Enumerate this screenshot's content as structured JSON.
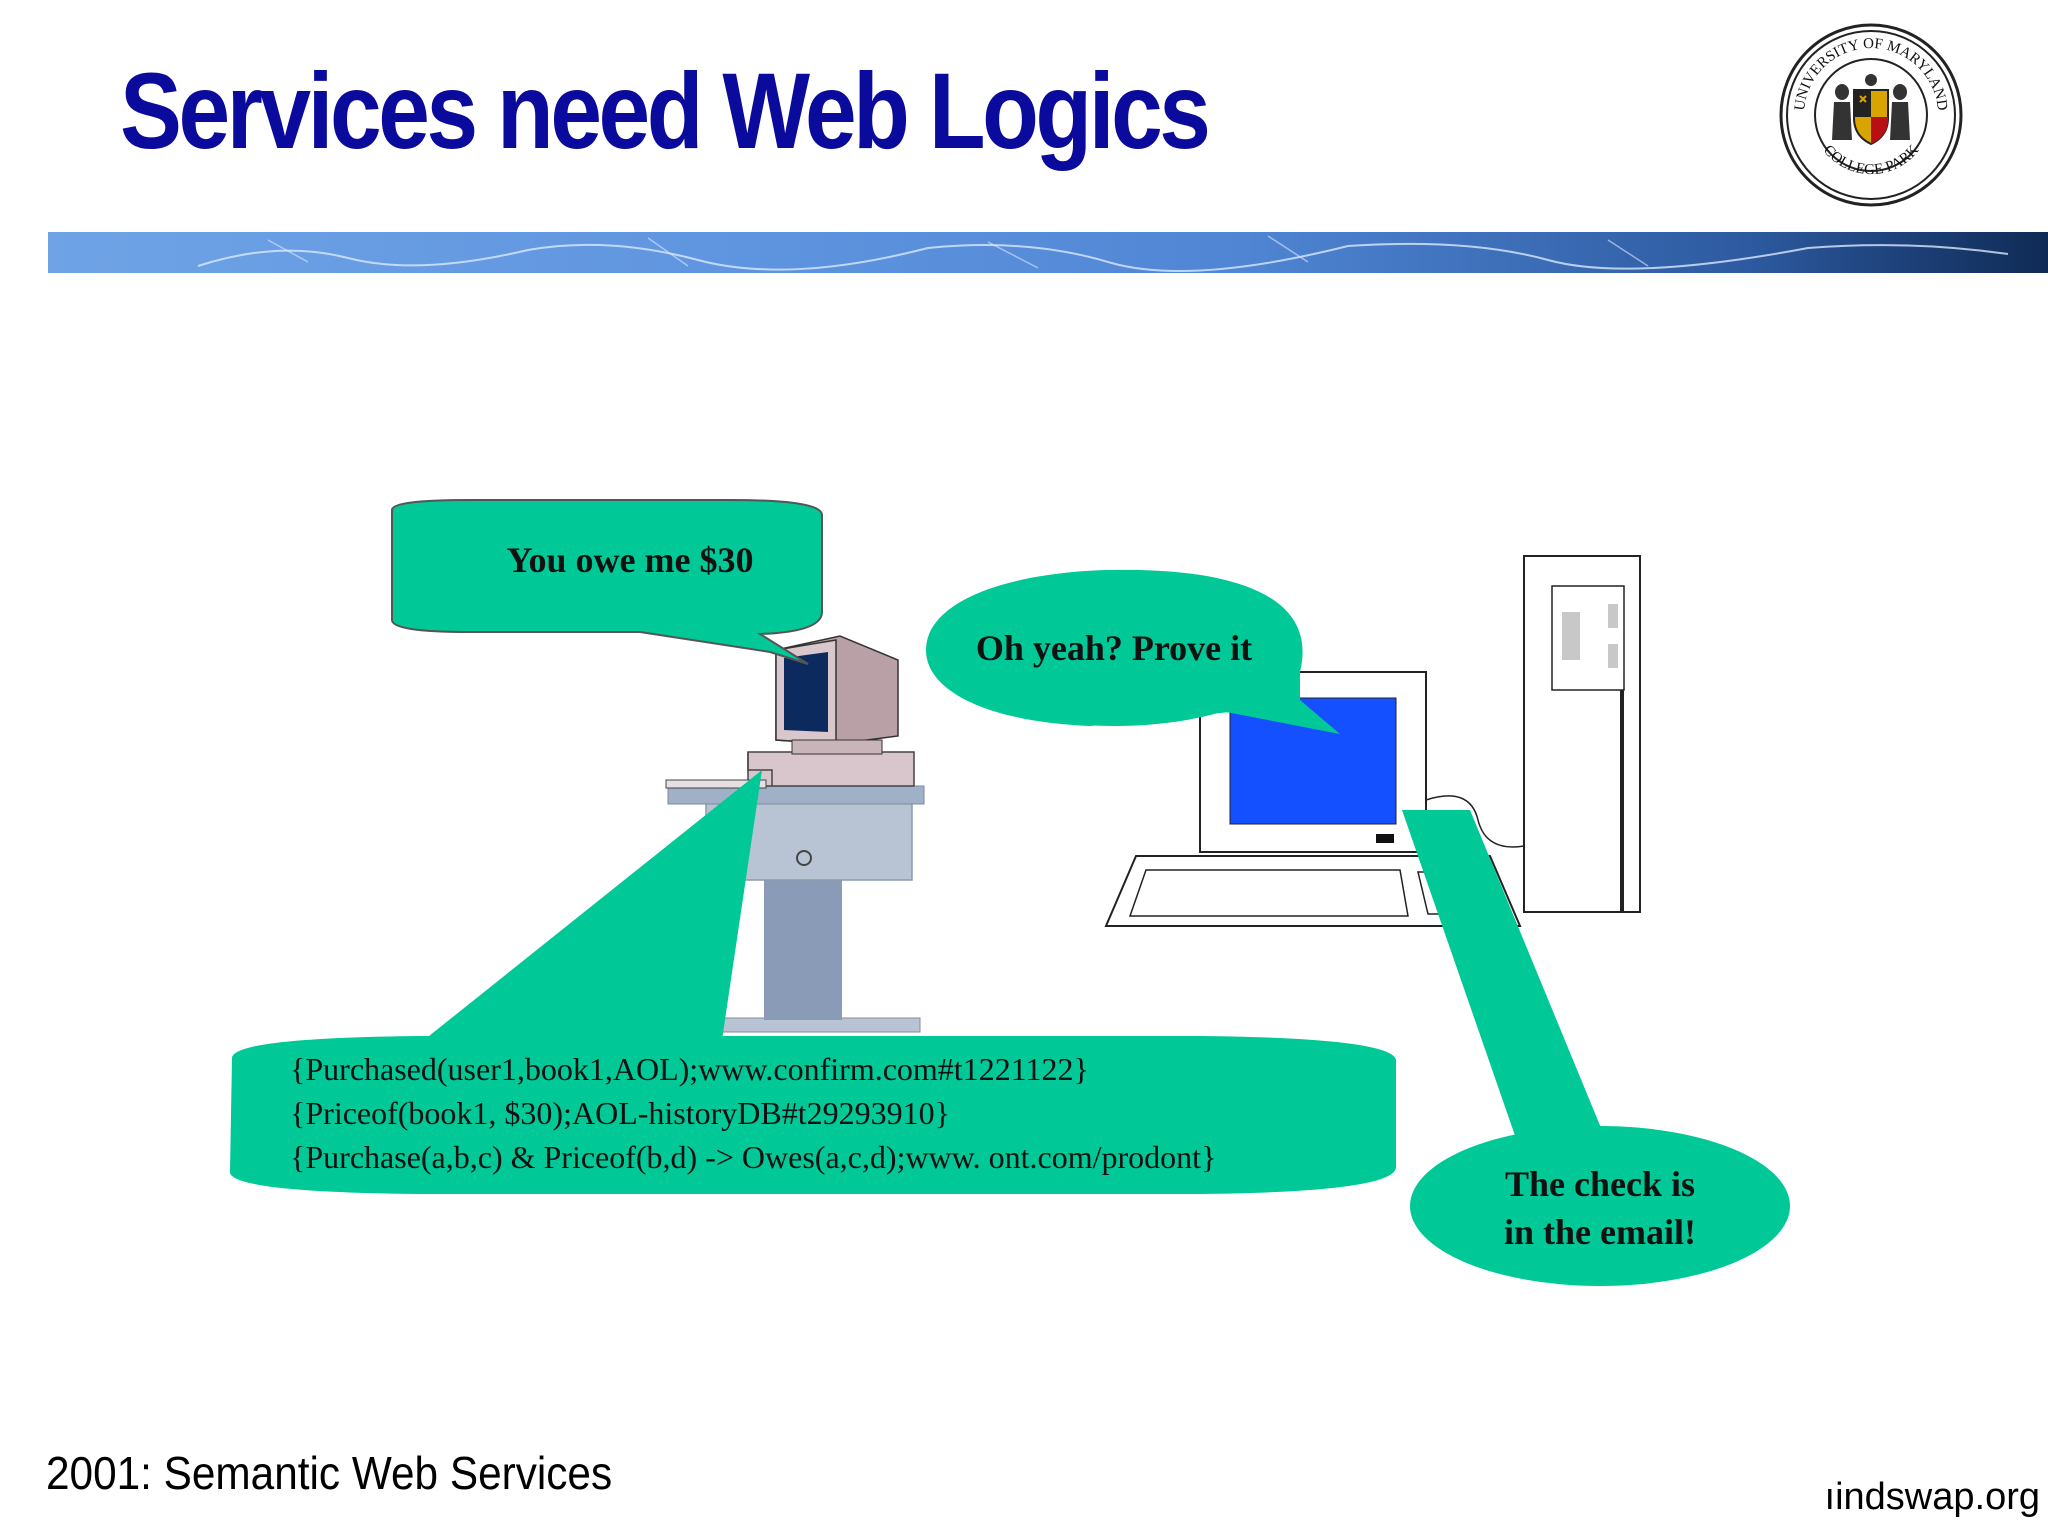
{
  "slide": {
    "title": "Services need Web Logics",
    "footer_left": "2001: Semantic Web Services",
    "footer_right": "ıindswap.org"
  },
  "seal": {
    "top_text": "UNIVERSITY OF MARYLAND",
    "bottom_text": "COLLEGE PARK"
  },
  "diagram": {
    "bubble_owe": "You owe me $30",
    "bubble_prove": "Oh yeah? Prove it",
    "bubble_check_line1": "The check is",
    "bubble_check_line2": "in the email!",
    "logic_line1": "{Purchased(user1,book1,AOL);www.confirm.com#t1221122}",
    "logic_line2": "{Priceof(book1, $30);AOL-historyDB#t29293910}",
    "logic_line3": "{Purchase(a,b,c) &  Priceof(b,d) -> Owes(a,c,d);www.  ont.com/prodont}"
  },
  "colors": {
    "title": "#0a0a9c",
    "bubble": "#00c896",
    "screen_blue": "#1450ff"
  }
}
